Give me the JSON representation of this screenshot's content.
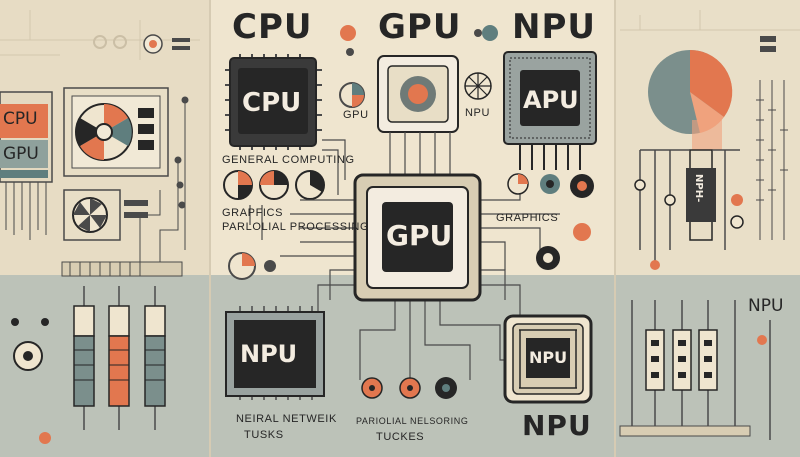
{
  "header": {
    "title_cpu": "CPU",
    "title_gpu": "GPU",
    "title_npu": "NPU"
  },
  "chips": {
    "cpu": "CPU",
    "apu": "APU",
    "gpu_center": "GPU",
    "npu_left": "NPU",
    "npu_right": "NPU",
    "nph_vertical": "NPH-"
  },
  "left_panel": {
    "cpu_label": "CPU",
    "gpu_label": "GPU"
  },
  "labels": {
    "gpu_small": "GPU",
    "npu_small": "NPU",
    "general_computing": "GENERAL COMPUTING",
    "graphics_left": "GRAPFICS",
    "parallel_processing": "PARLOLIAL PROCESSING",
    "graphics_right": "GRAPHICS",
    "npu_right_side": "NPU",
    "neural_network_1": "NEIRAL NETWEIK",
    "neural_network_2": "TUSKS",
    "parallel_tasks_1": "PARIOLIAL NELSORING",
    "parallel_tasks_2": "TUCKES",
    "npu_bottom": "NPU"
  },
  "colors": {
    "background_top": "#efe5cf",
    "background_bottom": "#b9bfb4",
    "chip_dark": "#262626",
    "accent_orange": "#e2774f",
    "accent_teal": "#5f7e7e",
    "line": "#4a4a4a"
  }
}
